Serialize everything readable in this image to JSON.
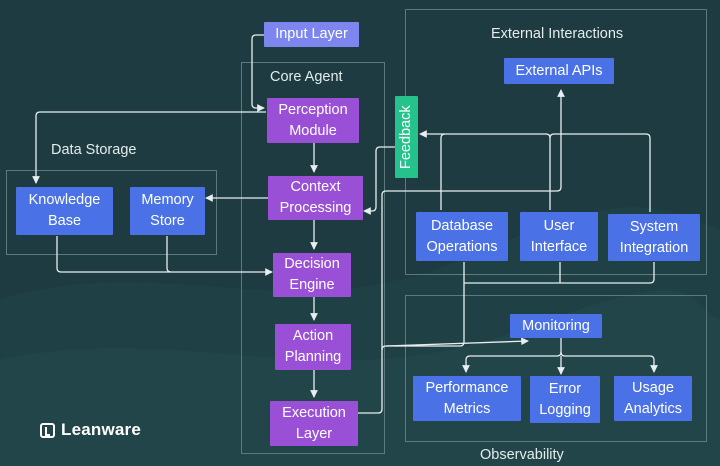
{
  "colors": {
    "background": "#1d3b40",
    "group_border": "#5c7a7d",
    "wire": "#e8eef0",
    "core_node": "#9a50d6",
    "service_node": "#4a72e6",
    "input_node": "#7d86ee",
    "feedback_node": "#25c38b"
  },
  "groups": {
    "core_agent": "Core Agent",
    "data_storage": "Data Storage",
    "external_interactions": "External Interactions",
    "observability": "Observability"
  },
  "nodes": {
    "input_layer": "Input Layer",
    "perception_module": "Perception\nModule",
    "context_processing": "Context\nProcessing",
    "decision_engine": "Decision\nEngine",
    "action_planning": "Action\nPlanning",
    "execution_layer": "Execution\nLayer",
    "knowledge_base": "Knowledge\nBase",
    "memory_store": "Memory\nStore",
    "external_apis": "External APIs",
    "feedback": "Feedback",
    "database_operations": "Database\nOperations",
    "user_interface": "User\nInterface",
    "system_integration": "System\nIntegration",
    "monitoring": "Monitoring",
    "performance_metrics": "Performance\nMetrics",
    "error_logging": "Error\nLogging",
    "usage_analytics": "Usage\nAnalytics"
  },
  "brand": {
    "name": "Leanware",
    "logo_icon": "leanware-logo-icon"
  }
}
